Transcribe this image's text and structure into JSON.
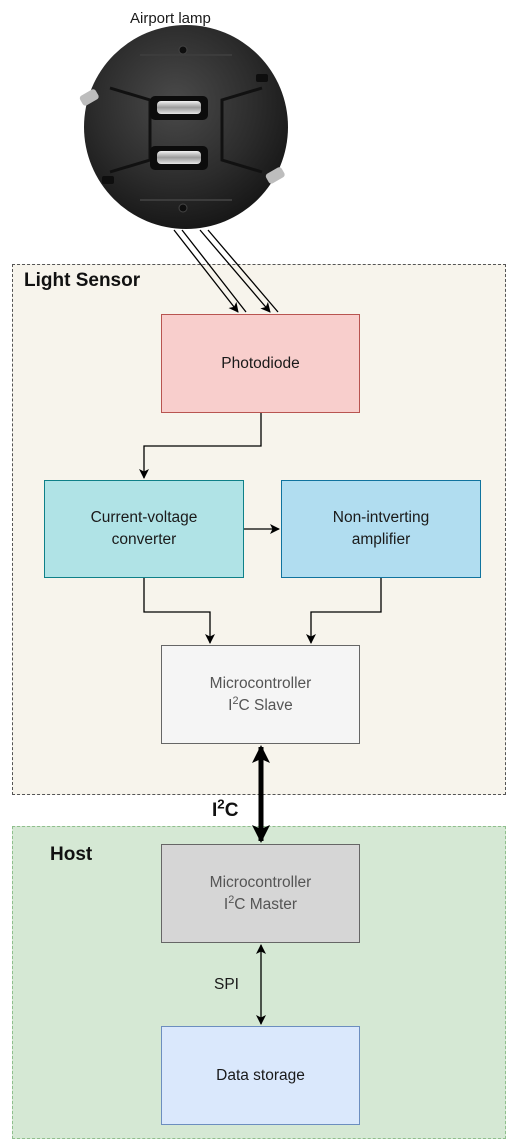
{
  "diagram": {
    "lamp_caption": "Airport lamp",
    "groups": {
      "sensor": {
        "title": "Light Sensor",
        "fill": "#f7f4ec"
      },
      "host": {
        "title": "Host",
        "fill": "#d5e8d4"
      }
    },
    "boxes": {
      "photodiode": {
        "label": "Photodiode",
        "fill": "#f8cecc",
        "stroke": "#b85450"
      },
      "iv_converter": {
        "line1": "Current-voltage",
        "line2": "converter",
        "fill": "#b0e3e6",
        "stroke": "#0e8088"
      },
      "amplifier": {
        "line1": "Non-intverting",
        "line2": "amplifier",
        "fill": "#b1ddf0",
        "stroke": "#10739e"
      },
      "mcu_slave": {
        "line1": "Microcontroller",
        "bus_prefix": "I",
        "bus_sup": "2",
        "bus_suffix": "C Slave",
        "fill": "#f5f5f5",
        "stroke": "#666666"
      },
      "mcu_master": {
        "line1": "Microcontroller",
        "bus_prefix": "I",
        "bus_sup": "2",
        "bus_suffix": "C Master",
        "fill": "#d6d6d6",
        "stroke": "#666666"
      },
      "storage": {
        "label": "Data storage",
        "fill": "#dae8fc",
        "stroke": "#6c8ebf"
      }
    },
    "links": {
      "i2c": {
        "prefix": "I",
        "sup": "2",
        "suffix": "C"
      },
      "spi": {
        "label": "SPI"
      }
    }
  }
}
